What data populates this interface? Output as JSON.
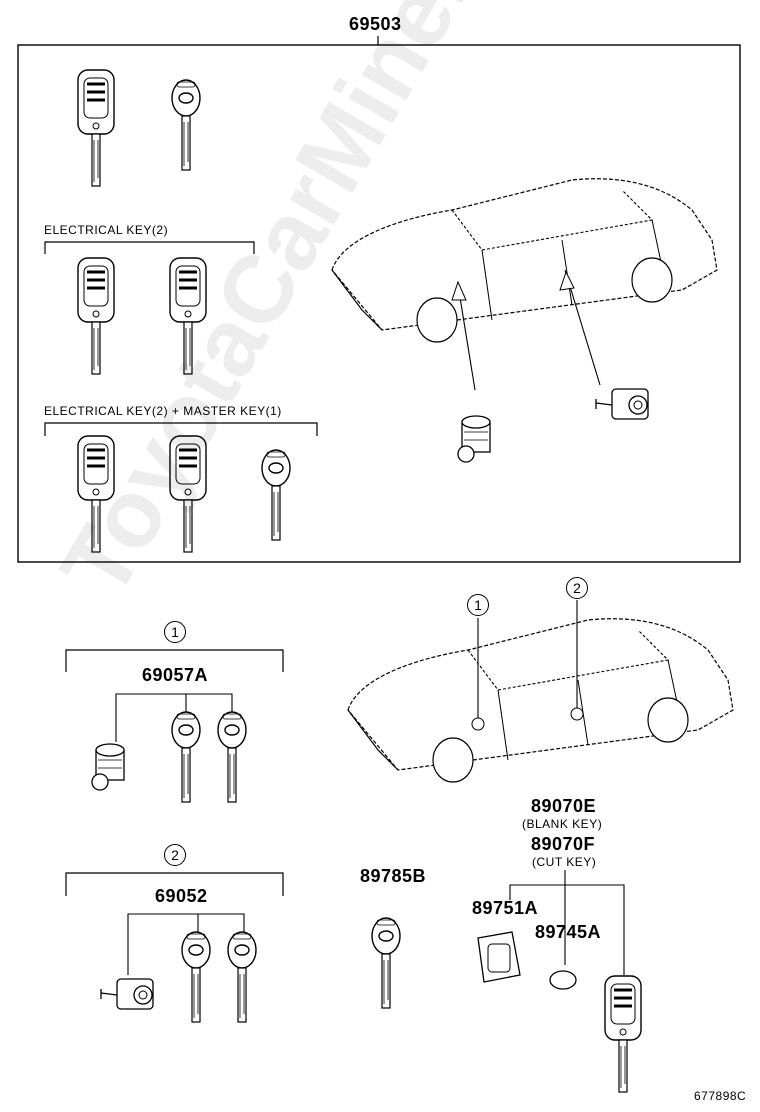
{
  "top_box": {
    "part_number": "69503",
    "group_electrical": "ELECTRICAL KEY(2)",
    "group_electrical_master": "ELECTRICAL KEY(2) + MASTER KEY(1)"
  },
  "lower_left": {
    "callout_1": "1",
    "part_69057a": "69057A",
    "callout_2": "2",
    "part_69052": "69052"
  },
  "lower_right": {
    "car_callout_1": "1",
    "car_callout_2": "2",
    "part_89785b": "89785B",
    "part_89070e": "89070E",
    "note_blank_key": "(BLANK KEY)",
    "part_89070f": "89070F",
    "note_cut_key": "(CUT KEY)",
    "part_89751a": "89751A",
    "part_89745a": "89745A"
  },
  "footer": {
    "diagram_code": "677898C"
  },
  "watermark": "ToyotaCarMine.ru"
}
